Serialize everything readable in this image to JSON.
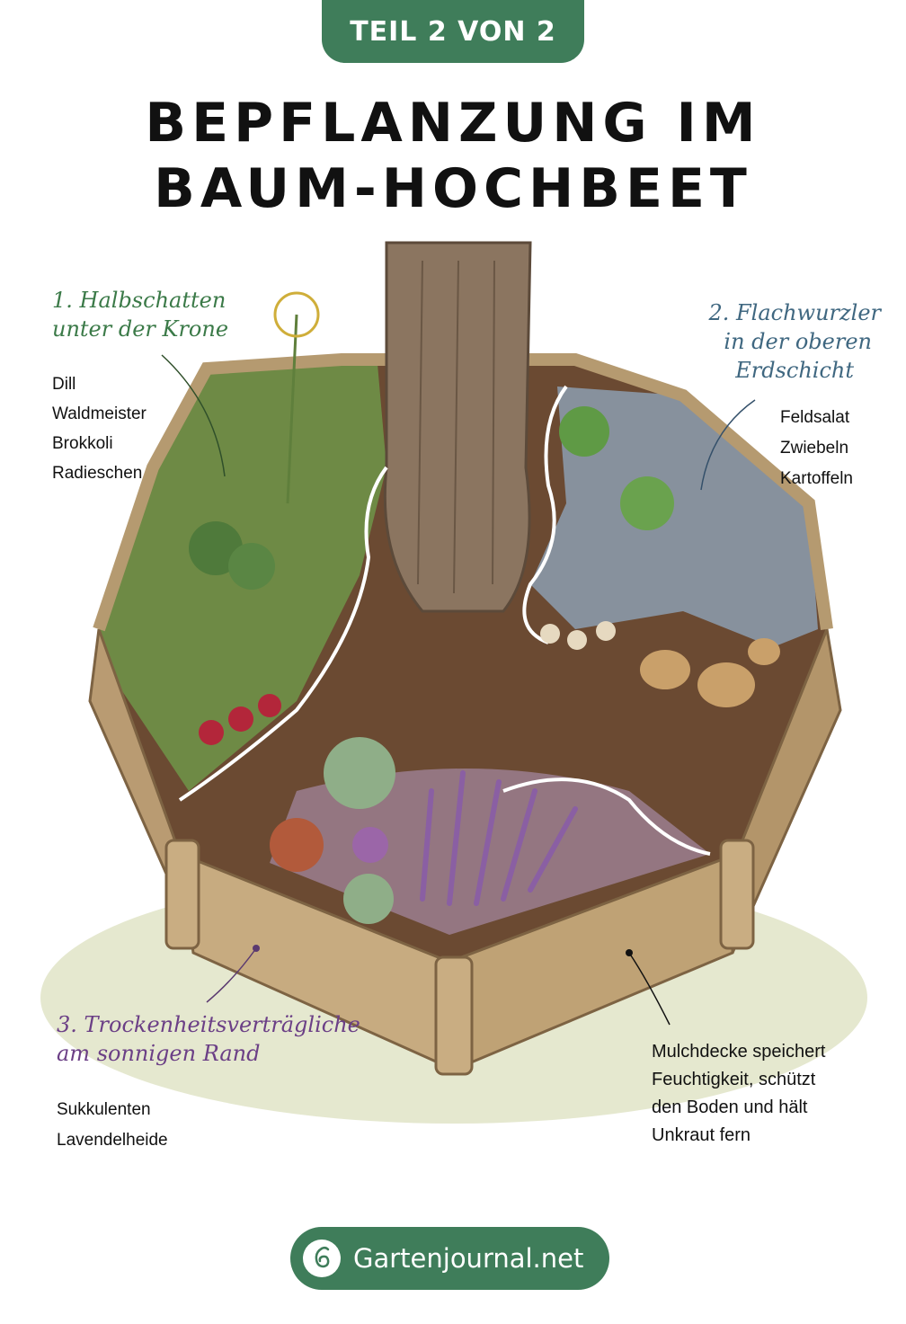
{
  "header": {
    "badge": "TEIL 2 VON 2",
    "title_line1": "BEPFLANZUNG IM",
    "title_line2": "BAUM-HOCHBEET"
  },
  "zones": [
    {
      "title_line1": "1. Halbschatten",
      "title_line2": "unter der Krone",
      "color": "#3b7a48",
      "plants": [
        "Dill",
        "Waldmeister",
        "Brokkoli",
        "Radieschen"
      ]
    },
    {
      "title_line1": "2. Flachwurzler",
      "title_line2": "in der oberen",
      "title_line3": "Erdschicht",
      "color": "#3f6780",
      "plants": [
        "Feldsalat",
        "Zwiebeln",
        "Kartoffeln"
      ]
    },
    {
      "title_line1": "3. Trockenheitsverträgliche",
      "title_line2": "am sonnigen Rand",
      "color": "#6b3f86",
      "plants": [
        "Sukkulenten",
        "Lavendelheide"
      ]
    }
  ],
  "mulch_note": [
    "Mulchdecke speichert",
    "Feuchtigkeit, schützt",
    "den Boden und hält",
    "Unkraut fern"
  ],
  "footer": {
    "brand": "Gartenjournal.net",
    "logo_icon": "snail-leaf-icon"
  },
  "colors": {
    "accent": "#3f7d5a"
  }
}
